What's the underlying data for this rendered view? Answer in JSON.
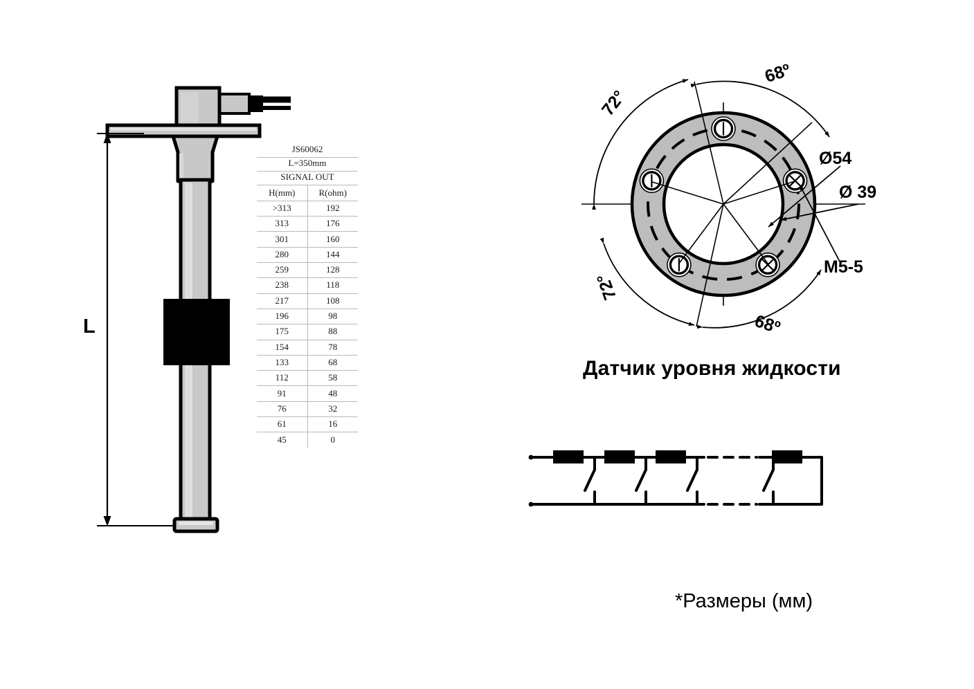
{
  "sensor": {
    "dimension_label": "L",
    "parts": {
      "head": "sensor-head",
      "cable": "sensor-cable",
      "flange_plate": "mounting-flange-plate",
      "neck": "sensor-neck",
      "tube": "sensor-tube",
      "float": "float-black",
      "end_cap": "tube-end-cap"
    }
  },
  "spec_table": {
    "model": "JS60062",
    "length": "L=350mm",
    "signal": "SIGNAL OUT",
    "columns": [
      "H(mm)",
      "R(ohm)"
    ],
    "rows": [
      [
        ">313",
        "192"
      ],
      [
        "313",
        "176"
      ],
      [
        "301",
        "160"
      ],
      [
        "280",
        "144"
      ],
      [
        "259",
        "128"
      ],
      [
        "238",
        "118"
      ],
      [
        "217",
        "108"
      ],
      [
        "196",
        "98"
      ],
      [
        "175",
        "88"
      ],
      [
        "154",
        "78"
      ],
      [
        "133",
        "68"
      ],
      [
        "112",
        "58"
      ],
      [
        "91",
        "48"
      ],
      [
        "76",
        "32"
      ],
      [
        "61",
        "16"
      ],
      [
        "45",
        "0"
      ]
    ]
  },
  "flange": {
    "caption": "Датчик уровня жидкости",
    "angle_top": "68º",
    "angle_left": "72°",
    "angle_bottom_left": "72°",
    "angle_bottom": "68º",
    "outer_diameter": "Ø54",
    "inner_diameter": "Ø 39",
    "thread": "M5-5",
    "bolt_count": 5
  },
  "circuit": {
    "name": "resistor-reed-switch-ladder",
    "resistor_count": 4,
    "switch_count": 4
  },
  "units_note": "*Размеры (мм)",
  "colors": {
    "metal_gray": "#c8c8c8",
    "flange_gray": "#bdbdbd",
    "line": "#000000",
    "table_rule": "#b9b9b9"
  }
}
